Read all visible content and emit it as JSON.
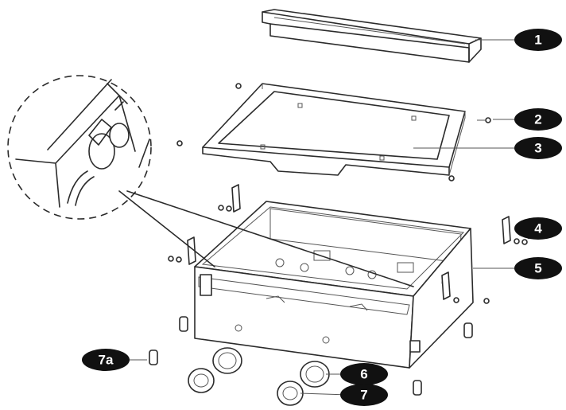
{
  "callouts": [
    {
      "id": "1",
      "label": "1"
    },
    {
      "id": "2",
      "label": "2"
    },
    {
      "id": "3",
      "label": "3"
    },
    {
      "id": "4",
      "label": "4"
    },
    {
      "id": "5",
      "label": "5"
    },
    {
      "id": "6",
      "label": "6"
    },
    {
      "id": "7",
      "label": "7"
    },
    {
      "id": "7a",
      "label": "7a"
    }
  ],
  "colors": {
    "line": "#2b2b2b",
    "badge": "#111111",
    "badge_text": "#ffffff"
  }
}
